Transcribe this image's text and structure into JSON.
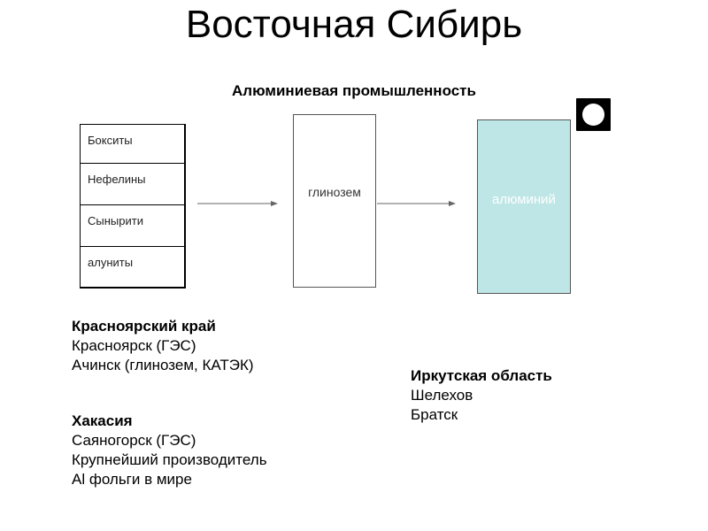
{
  "title": "Восточная Сибирь",
  "subtitle": "Алюминиевая промышленность",
  "raw_materials": {
    "items": [
      "Бокситы",
      "Нефелины",
      "Сынырити",
      "алуниты"
    ]
  },
  "boxes": {
    "alumina_label": "глинозем",
    "aluminum_label": "алюминий"
  },
  "colors": {
    "aluminum_box": "#bfe6e6",
    "aluminum_text": "#ffffff"
  },
  "icons": {
    "record": "record-button-icon",
    "arrow": "arrow-right-icon"
  },
  "regions": {
    "krasnoyarsk": {
      "heading": "Красноярский край",
      "lines": [
        "Красноярск (ГЭС)",
        "Ачинск (глинозем, КАТЭК)"
      ]
    },
    "khakassia": {
      "heading": "Хакасия",
      "lines": [
        "Саяногорск (ГЭС)",
        "Крупнейший производитель",
        "Al фольги в мире"
      ]
    },
    "irkutsk": {
      "heading": "Иркутская область",
      "lines": [
        "Шелехов",
        "Братск"
      ]
    }
  }
}
